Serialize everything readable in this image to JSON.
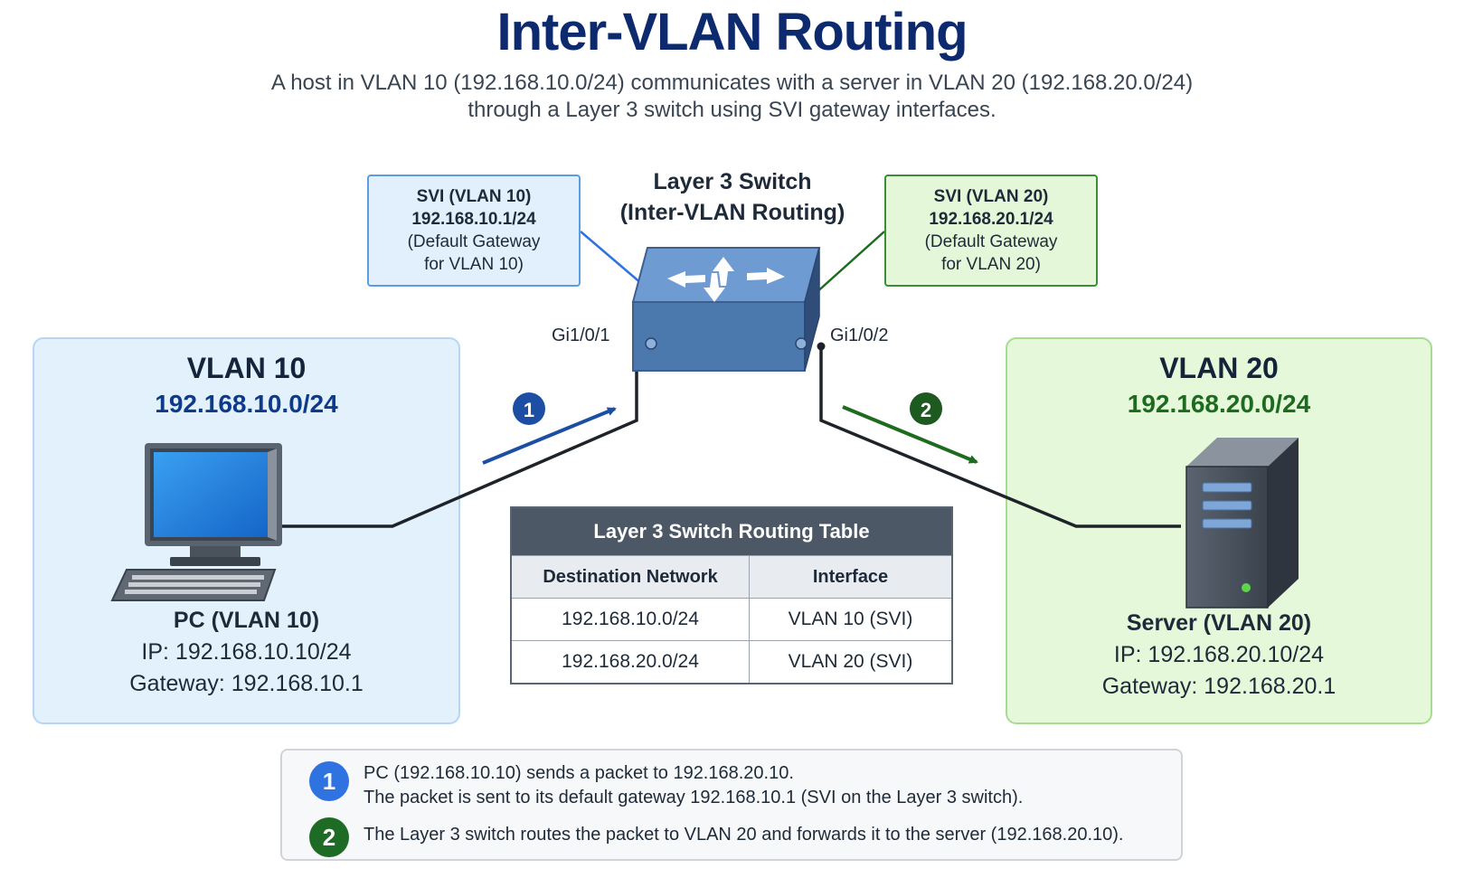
{
  "header": {
    "title": "Inter-VLAN Routing",
    "subtitle_line1": "A host in VLAN 10 (192.168.10.0/24) communicates with a server in VLAN 20 (192.168.20.0/24)",
    "subtitle_line2": "through a Layer 3 switch using SVI gateway interfaces."
  },
  "switch": {
    "title": "Layer 3 Switch",
    "subtitle": "(Inter-VLAN Routing)",
    "port_left": "Gi1/0/1",
    "port_right": "Gi1/0/2"
  },
  "svi10": {
    "name": "SVI (VLAN 10)",
    "ip": "192.168.10.1/24",
    "desc1": "(Default Gateway",
    "desc2": "for VLAN 10)"
  },
  "svi20": {
    "name": "SVI (VLAN 20)",
    "ip": "192.168.20.1/24",
    "desc1": "(Default Gateway",
    "desc2": "for VLAN 20)"
  },
  "vlan10": {
    "name": "VLAN 10",
    "network": "192.168.10.0/24",
    "host_name": "PC (VLAN 10)",
    "host_ip": "IP: 192.168.10.10/24",
    "host_gateway": "Gateway: 192.168.10.1"
  },
  "vlan20": {
    "name": "VLAN 20",
    "network": "192.168.20.0/24",
    "host_name": "Server (VLAN 20)",
    "host_ip": "IP: 192.168.20.10/24",
    "host_gateway": "Gateway: 192.168.20.1"
  },
  "flow_badges": [
    "1",
    "2"
  ],
  "routing_table": {
    "title": "Layer 3 Switch Routing Table",
    "columns": [
      "Destination Network",
      "Interface"
    ],
    "rows": [
      [
        "192.168.10.0/24",
        "VLAN 10 (SVI)"
      ],
      [
        "192.168.20.0/24",
        "VLAN 20 (SVI)"
      ]
    ]
  },
  "steps": [
    {
      "number": "1",
      "line1": "PC (192.168.10.10) sends a packet to 192.168.20.10.",
      "line2": "The packet is sent to its default gateway 192.168.10.1 (SVI on the Layer 3 switch)."
    },
    {
      "number": "2",
      "line1": "The Layer 3 switch routes the packet to VLAN 20 and forwards it to the server (192.168.20.10)."
    }
  ],
  "colors": {
    "title": "#0d2a6e",
    "vlan10_fill": "#e3f1fd",
    "vlan20_fill": "#e5f8da",
    "step1": "#2f73e0",
    "step2": "#1e6b25",
    "switch": "#4b78ad"
  }
}
